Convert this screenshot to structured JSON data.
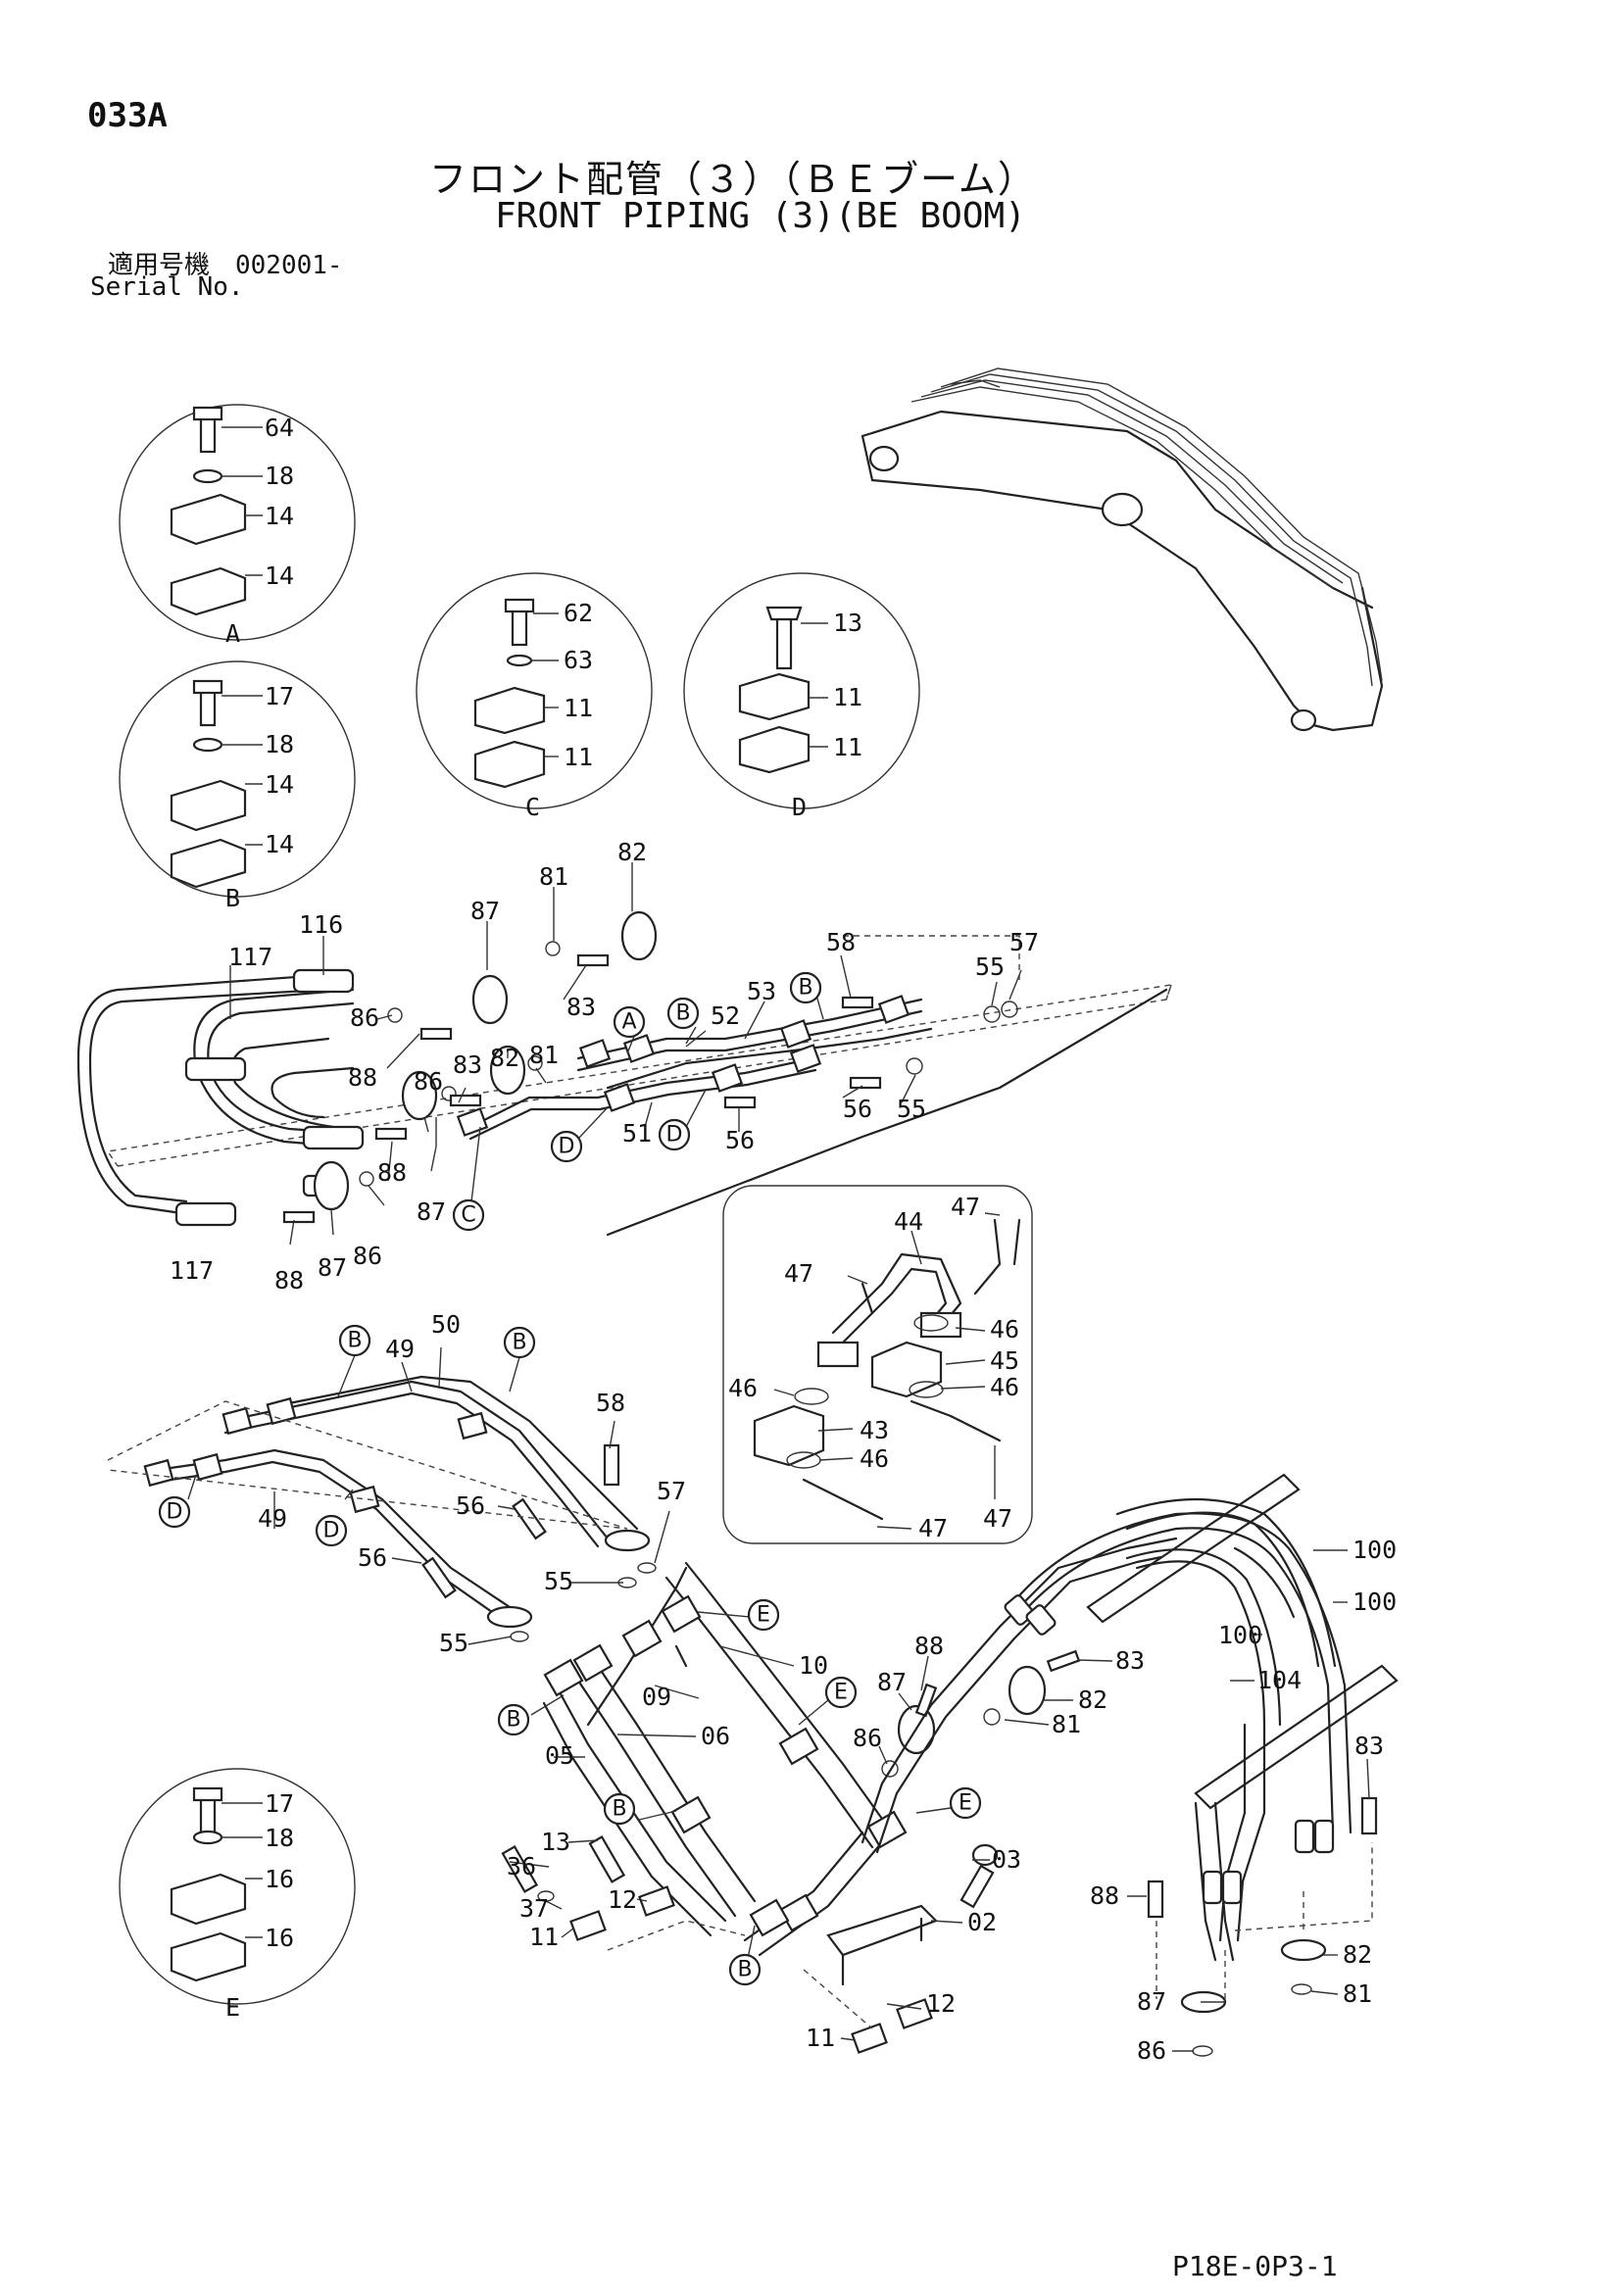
{
  "header": {
    "page_code": "033A",
    "title_ja": "フロント配管（３）（ＢＥブーム）",
    "title_en": "FRONT PIPING (3)(BE BOOM)",
    "serial_ja": "適用号機　002001-",
    "serial_en": "Serial No."
  },
  "footer": {
    "sheet_code": "P18E-0P3-1"
  },
  "detail_views": {
    "A": {
      "caption": "A",
      "parts": [
        "64",
        "18",
        "14",
        "14"
      ]
    },
    "B": {
      "caption": "B",
      "parts": [
        "17",
        "18",
        "14",
        "14"
      ]
    },
    "C": {
      "caption": "C",
      "parts": [
        "62",
        "63",
        "11",
        "11"
      ]
    },
    "D": {
      "caption": "D",
      "parts": [
        "13",
        "11",
        "11"
      ]
    },
    "E": {
      "caption": "E",
      "parts": [
        "17",
        "18",
        "16",
        "16"
      ]
    }
  },
  "callouts": {
    "n116": "116",
    "n117a": "117",
    "n117b": "117",
    "n87a": "87",
    "n81a": "81",
    "n82a": "82",
    "n83a": "83",
    "n86a": "86",
    "n88a": "88",
    "n83b": "83",
    "n82b": "82",
    "n81b": "81",
    "n86b": "86",
    "n88b": "88",
    "n87b": "87",
    "n88c": "88",
    "n87c": "87",
    "n86c": "86",
    "n52": "52",
    "n53": "53",
    "n58a": "58",
    "n55a": "55",
    "n57a": "57",
    "n55b": "55",
    "n56a": "56",
    "n51": "51",
    "n56b": "56",
    "n44": "44",
    "n47a": "47",
    "n47b": "47",
    "n46a": "46",
    "n45": "45",
    "n46b": "46",
    "n46c": "46",
    "n43": "43",
    "n46d": "46",
    "n47c": "47",
    "n47d": "47",
    "n49a": "49",
    "n50": "50",
    "n49b": "49",
    "n58b": "58",
    "n56c": "56",
    "n57b": "57",
    "n56d": "56",
    "n55c": "55",
    "n55d": "55",
    "n10": "10",
    "n09": "09",
    "n06": "06",
    "n05": "05",
    "n13": "13",
    "n36": "36",
    "n37": "37",
    "n12a": "12",
    "n11a": "11",
    "n03": "03",
    "n02": "02",
    "n12b": "12",
    "n11b": "11",
    "n88d": "88",
    "n87d": "87",
    "n86d": "86",
    "n83c": "83",
    "n82c": "82",
    "n81c": "81",
    "n100a": "100",
    "n100b": "100",
    "n100c": "100",
    "n104": "104",
    "n83d": "83",
    "n88e": "88",
    "n82d": "82",
    "n87e": "87",
    "n81d": "81",
    "n86e": "86"
  },
  "view_markers": {
    "mA1": "A",
    "mB1": "B",
    "mB2": "B",
    "mC1": "C",
    "mD1": "D",
    "mD2": "D",
    "mB3": "B",
    "mB4": "B",
    "mD3": "D",
    "mD4": "D",
    "mE1": "E",
    "mE2": "E",
    "mE3": "E",
    "mB5": "B",
    "mB6": "B",
    "mB7": "B"
  }
}
